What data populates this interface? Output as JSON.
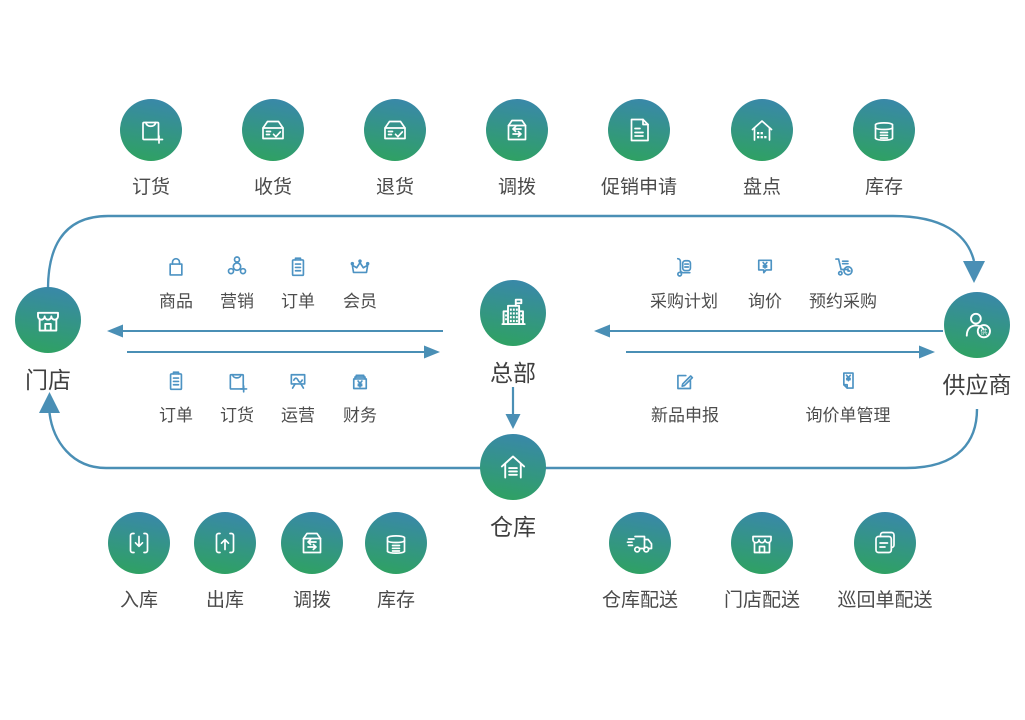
{
  "colors": {
    "circle_gradient_top": "#3a86ae",
    "circle_gradient_bottom": "#2ea35e",
    "flow_line_blue": "#4a8fb5",
    "small_icon_blue": "#4d93c3",
    "label_gray": "#4a4a4a"
  },
  "top_row": [
    {
      "label": "订货",
      "icon": "shopping-bag-plus-icon"
    },
    {
      "label": "收货",
      "icon": "receive-box-check-icon"
    },
    {
      "label": "退货",
      "icon": "return-box-check-icon"
    },
    {
      "label": "调拨",
      "icon": "box-transfer-icon"
    },
    {
      "label": "促销申请",
      "icon": "promo-document-icon"
    },
    {
      "label": "盘点",
      "icon": "stocktake-building-icon"
    },
    {
      "label": "库存",
      "icon": "inventory-container-icon"
    }
  ],
  "nodes": {
    "store": {
      "label": "门店",
      "icon": "storefront-icon"
    },
    "headquarters": {
      "label": "总部",
      "icon": "hq-building-flag-icon"
    },
    "supplier": {
      "label": "供应商",
      "icon": "supplier-person-icon",
      "badge": "供"
    },
    "warehouse": {
      "label": "仓库",
      "icon": "warehouse-house-icon"
    }
  },
  "store_hq_functions": {
    "row1": [
      {
        "label": "商品",
        "icon": "shopping-bag-icon"
      },
      {
        "label": "营销",
        "icon": "network-cluster-icon"
      },
      {
        "label": "订单",
        "icon": "clipboard-list-icon"
      },
      {
        "label": "会员",
        "icon": "crown-icon"
      }
    ],
    "row2": [
      {
        "label": "订单",
        "icon": "clipboard-list-icon"
      },
      {
        "label": "订货",
        "icon": "shopping-bag-plus-icon"
      },
      {
        "label": "运营",
        "icon": "chart-board-icon"
      },
      {
        "label": "财务",
        "icon": "cash-box-yen-icon"
      }
    ]
  },
  "hq_supplier_functions": {
    "row1": [
      {
        "label": "采购计划",
        "icon": "hand-truck-icon"
      },
      {
        "label": "询价",
        "icon": "speech-bubble-yen-icon"
      },
      {
        "label": "预约采购",
        "icon": "cart-clock-icon"
      }
    ],
    "row2": [
      {
        "label": "新品申报",
        "icon": "edit-pencil-icon"
      },
      {
        "label": "询价单管理",
        "icon": "document-yen-icon"
      }
    ]
  },
  "bottom_left_row": [
    {
      "label": "入库",
      "icon": "arrow-in-down-icon"
    },
    {
      "label": "出库",
      "icon": "arrow-out-up-icon"
    },
    {
      "label": "调拨",
      "icon": "box-transfer-icon"
    },
    {
      "label": "库存",
      "icon": "inventory-container-icon"
    }
  ],
  "bottom_right_row": [
    {
      "label": "仓库配送",
      "icon": "delivery-truck-icon"
    },
    {
      "label": "门店配送",
      "icon": "storefront-icon"
    },
    {
      "label": "巡回单配送",
      "icon": "stacked-documents-icon"
    }
  ]
}
